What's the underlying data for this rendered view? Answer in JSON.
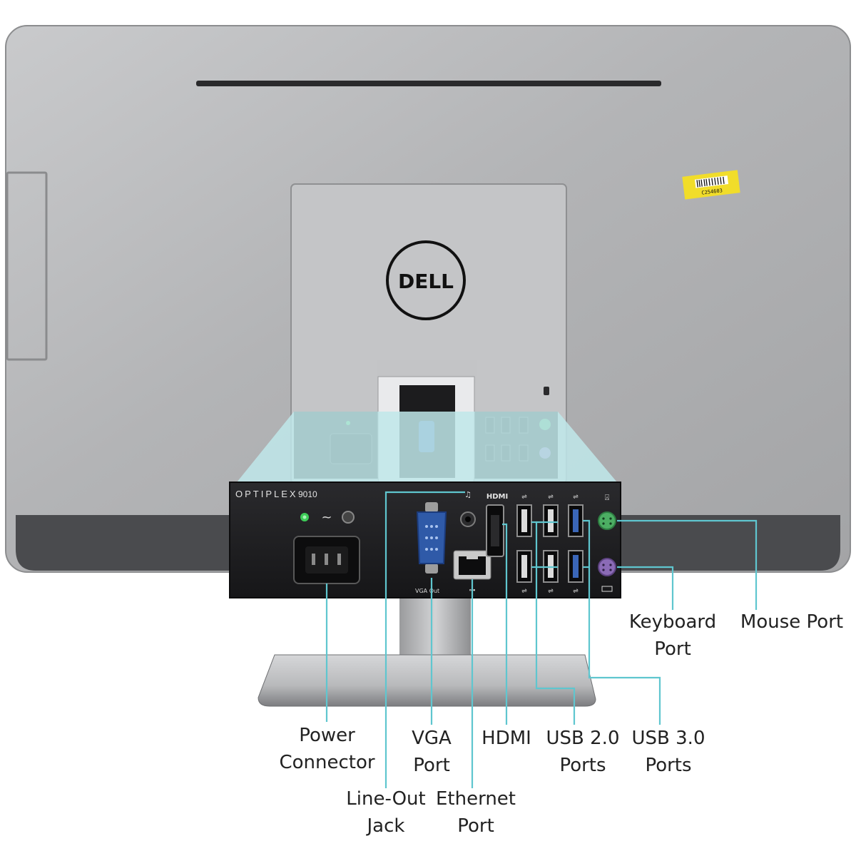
{
  "colors": {
    "callout_line": "#5fc6cf",
    "panel_highlight": "#bfe7ea",
    "chassis": "#b4b5b7",
    "rear_panel": "#1e1e20",
    "vga_port": "#2f5aa8",
    "mouse_port": "#4cae63",
    "keyboard_port": "#8b6bb6",
    "usb3_insert": "#3a66b8",
    "asset_sticker": "#f1dd2a"
  },
  "brand": {
    "logo_text": "DELL",
    "model_name": "OPTIPLEX",
    "model_number": "9010"
  },
  "asset_tag": {
    "code": "C254603"
  },
  "panel_icons": {
    "hdmi": "HDMI",
    "vga": "VGA Out"
  },
  "callouts": {
    "power_connector": "Power\nConnector",
    "line_out_jack": "Line-Out\nJack",
    "vga_port": "VGA\nPort",
    "ethernet_port": "Ethernet\nPort",
    "hdmi": "HDMI",
    "usb_20_ports": "USB 2.0\nPorts",
    "usb_30_ports": "USB 3.0\nPorts",
    "keyboard_port": "Keyboard\nPort",
    "mouse_port": "Mouse Port"
  }
}
